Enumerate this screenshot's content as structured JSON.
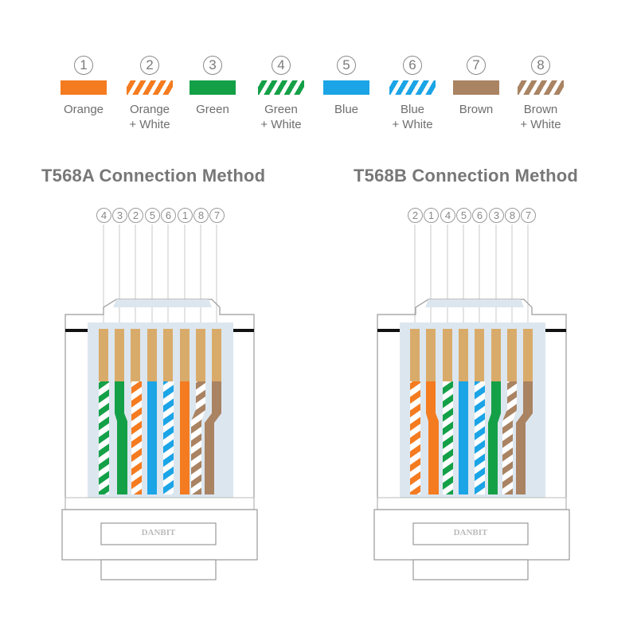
{
  "legend": [
    {
      "num": "1",
      "label": "Orange",
      "label2": "",
      "color": "#f47b20",
      "striped": false
    },
    {
      "num": "2",
      "label": "Orange",
      "label2": "+ White",
      "color": "#f47b20",
      "striped": true
    },
    {
      "num": "3",
      "label": "Green",
      "label2": "",
      "color": "#14a047",
      "striped": false
    },
    {
      "num": "4",
      "label": "Green",
      "label2": "+ White",
      "color": "#14a047",
      "striped": true
    },
    {
      "num": "5",
      "label": "Blue",
      "label2": "",
      "color": "#1ba4e6",
      "striped": false
    },
    {
      "num": "6",
      "label": "Blue",
      "label2": "+ White",
      "color": "#1ba4e6",
      "striped": true
    },
    {
      "num": "7",
      "label": "Brown",
      "label2": "",
      "color": "#a98362",
      "striped": false
    },
    {
      "num": "8",
      "label": "Brown",
      "label2": "+ White",
      "color": "#a98362",
      "striped": true
    }
  ],
  "t568a": {
    "title": "T568A Connection Method",
    "order": [
      "4",
      "3",
      "2",
      "5",
      "6",
      "1",
      "8",
      "7"
    ],
    "brand": "DANBIT"
  },
  "t568b": {
    "title": "T568B Connection Method",
    "order": [
      "2",
      "1",
      "4",
      "5",
      "6",
      "3",
      "8",
      "7"
    ],
    "brand": "DANBIT"
  },
  "colors": {
    "contact": "#d9ab6a",
    "housing": "#dce6ef",
    "outline": "#9a9a9a"
  }
}
